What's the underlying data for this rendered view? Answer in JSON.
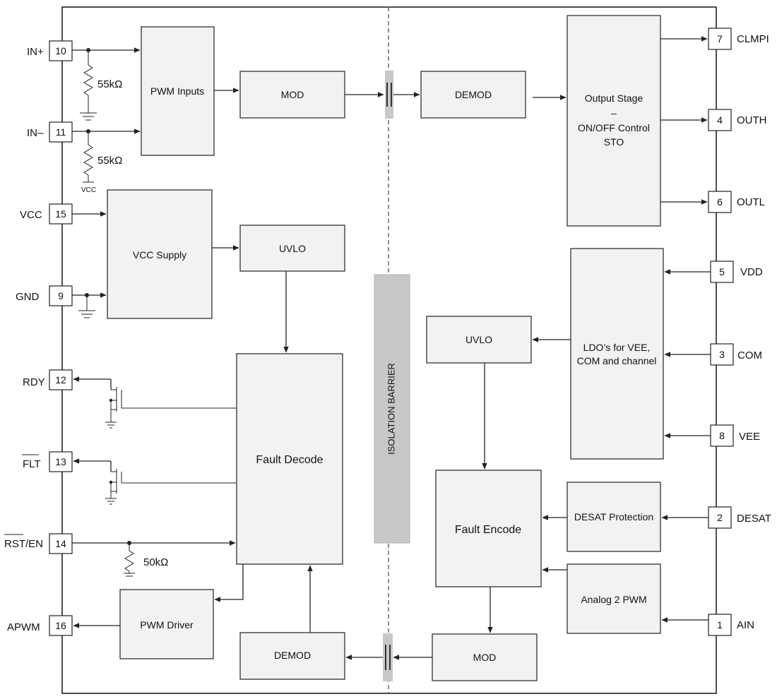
{
  "blocks": {
    "pwm_inputs": "PWM Inputs",
    "mod_top": "MOD",
    "demod_top": "DEMOD",
    "output_stage": [
      "Output Stage",
      "–",
      "ON/OFF Control",
      "STO"
    ],
    "vcc_supply": "VCC Supply",
    "uvlo_left": "UVLO",
    "uvlo_right": "UVLO",
    "ldo": [
      "LDO’s for VEE,",
      "COM and channel"
    ],
    "fault_decode": "Fault Decode",
    "fault_encode": "Fault Encode",
    "desat_protection": "DESAT Protection",
    "analog_2_pwm": "Analog 2 PWM",
    "pwm_driver": "PWM Driver",
    "demod_bottom": "DEMOD",
    "mod_bottom": "MOD"
  },
  "isolation_barrier": "ISOLATION BARRIER",
  "pins_left": [
    {
      "num": "10",
      "name": "IN+"
    },
    {
      "num": "11",
      "name": "IN–"
    },
    {
      "num": "15",
      "name": "VCC"
    },
    {
      "num": "9",
      "name": "GND"
    },
    {
      "num": "12",
      "name": "RDY"
    },
    {
      "num": "13",
      "name": "FLT"
    },
    {
      "num": "14",
      "name": "RST/EN"
    },
    {
      "num": "16",
      "name": "APWM"
    }
  ],
  "pins_right": [
    {
      "num": "7",
      "name": "CLMPI"
    },
    {
      "num": "4",
      "name": "OUTH"
    },
    {
      "num": "6",
      "name": "OUTL"
    },
    {
      "num": "5",
      "name": "VDD"
    },
    {
      "num": "3",
      "name": "COM"
    },
    {
      "num": "8",
      "name": "VEE"
    },
    {
      "num": "2",
      "name": "DESAT"
    },
    {
      "num": "1",
      "name": "AIN"
    }
  ],
  "resistors": {
    "in_plus": "55kΩ",
    "in_minus": "55kΩ",
    "rst_en": "50kΩ"
  },
  "vcc_rail_label": "VCC"
}
